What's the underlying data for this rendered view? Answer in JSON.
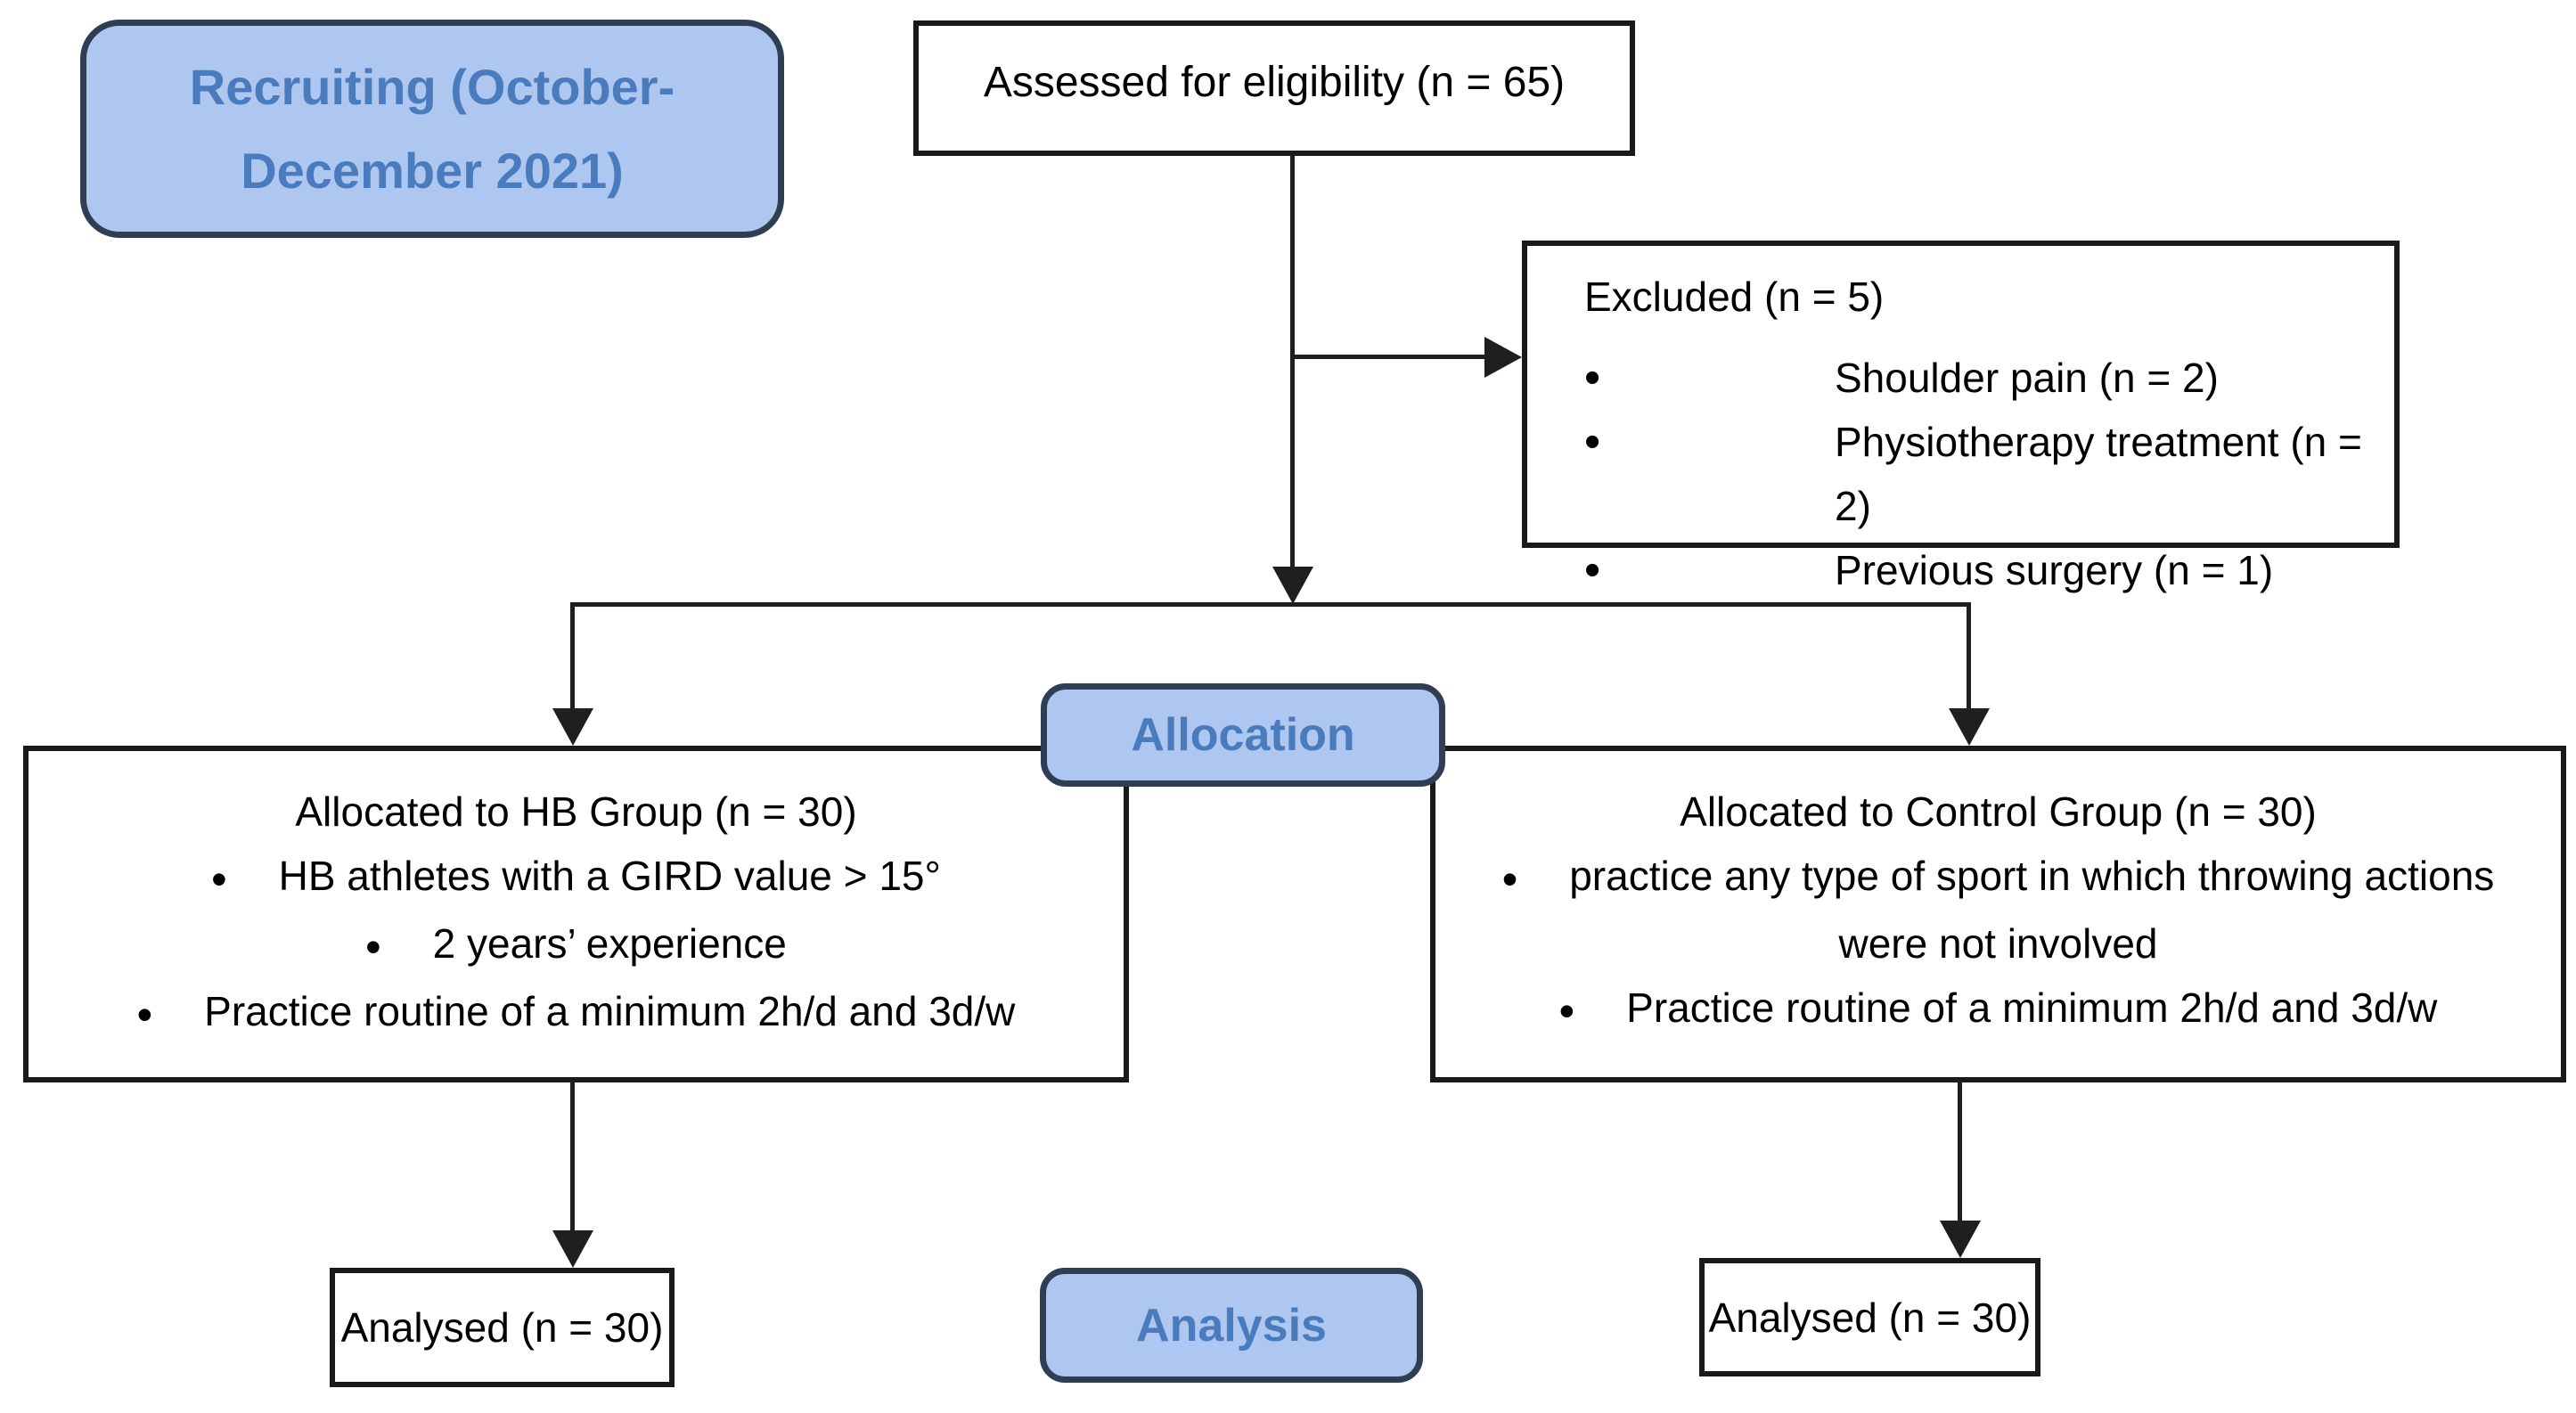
{
  "diagram": {
    "recruiting": {
      "lines": [
        "Recruiting (October-",
        "December 2021)"
      ]
    },
    "assessed": {
      "label": "Assessed for eligibility (n = 65)"
    },
    "excluded": {
      "title": "Excluded (n = 5)",
      "items": [
        "Shoulder pain (n = 2)",
        "Physiotherapy treatment (n = 2)",
        "Previous surgery (n = 1)"
      ]
    },
    "allocation": {
      "label": "Allocation"
    },
    "hb_group": {
      "title": "Allocated to HB Group (n = 30)",
      "items": [
        "HB athletes with a GIRD value > 15°",
        "2 years’ experience",
        "Practice routine of a minimum 2h/d and 3d/w"
      ]
    },
    "control_group": {
      "title": "Allocated to Control Group (n = 30)",
      "items": [
        "practice any type of sport in which throwing actions were not involved",
        "Practice routine of a minimum 2h/d and 3d/w"
      ]
    },
    "analysis": {
      "label": "Analysis"
    },
    "analysed_hb": {
      "label": "Analysed (n = 30)"
    },
    "analysed_control": {
      "label": "Analysed (n = 30)"
    }
  },
  "colors": {
    "stage_fill": "#aec7f0",
    "stage_border": "#2f3e52",
    "stage_text": "#4a7cbd",
    "box_border": "#1a1a1a",
    "connector": "#1f1f1f",
    "body_text": "#000000",
    "background": "#ffffff"
  }
}
